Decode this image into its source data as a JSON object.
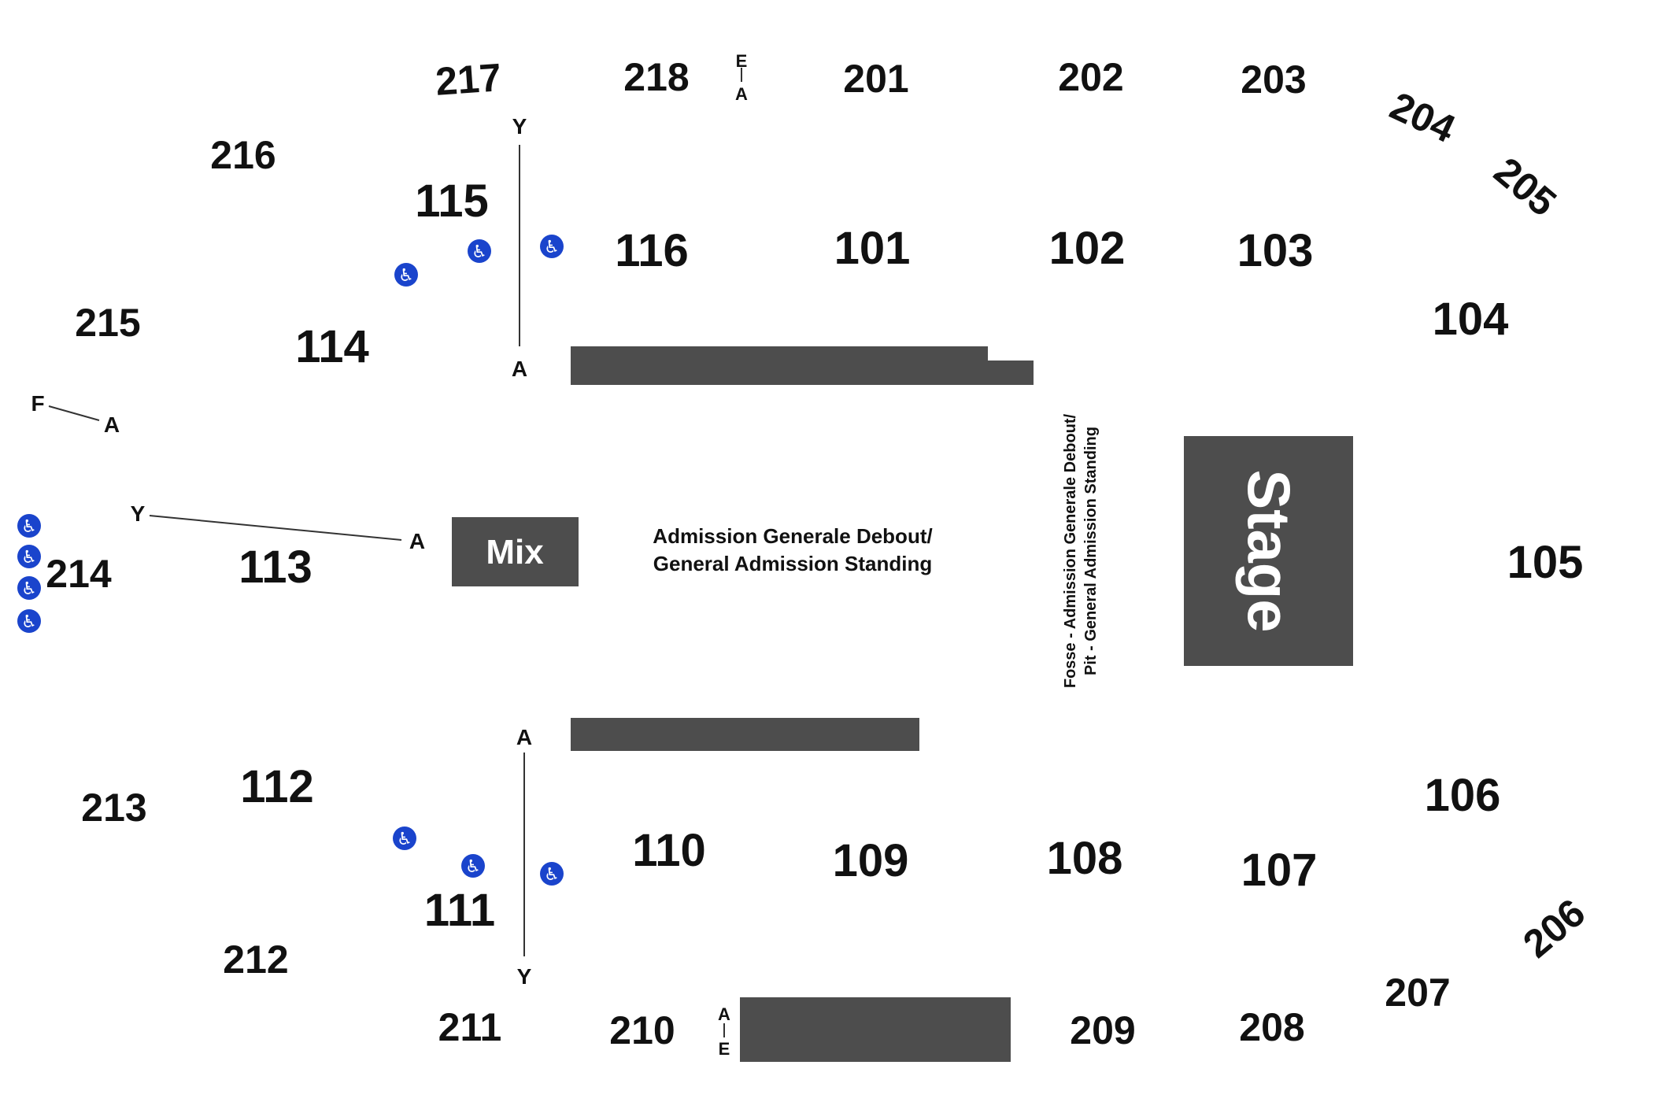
{
  "upper_sections": [
    "201",
    "202",
    "203",
    "204",
    "205",
    "206",
    "207",
    "208",
    "209",
    "210",
    "211",
    "212",
    "213",
    "214",
    "215",
    "216",
    "217",
    "218"
  ],
  "lower_sections": [
    "101",
    "102",
    "103",
    "104",
    "105",
    "106",
    "107",
    "108",
    "109",
    "110",
    "111",
    "112",
    "113",
    "114",
    "115",
    "116"
  ],
  "row_markers": {
    "top_left_start": "Y",
    "top_left_end": "A",
    "bottom_left_start": "A",
    "bottom_left_end": "Y",
    "floor_left_start": "Y",
    "floor_left_end": "A",
    "far_left_start": "F",
    "far_left_end": "A",
    "top_aisle_top": "E",
    "top_aisle_bottom": "A",
    "bottom_aisle_top": "A",
    "bottom_aisle_bottom": "E"
  },
  "mix_label": "Mix",
  "stage_label": "Stage",
  "general_admission": {
    "line1": "Admission Generale Debout/",
    "line2": "General Admission Standing"
  },
  "pit": {
    "line1": "Fosse - Admission Generale Debout/",
    "line2": "Pit - General Admission Standing"
  },
  "accessible_icon": "wheelchair-icon",
  "accessible_symbol": "♿",
  "colors": {
    "blocks": "#4d4d4d",
    "accessible": "#1a44cc",
    "text": "#111111"
  }
}
